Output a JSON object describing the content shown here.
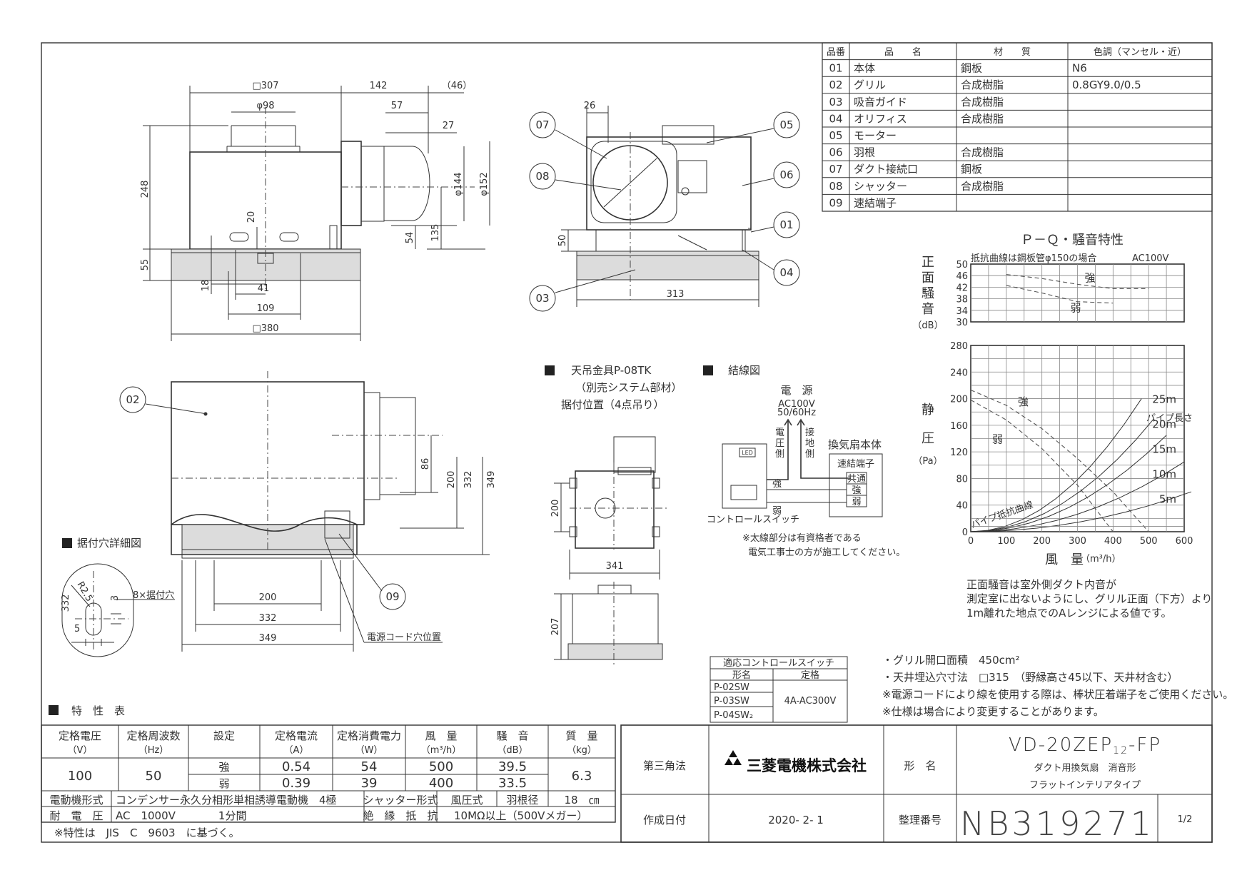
{
  "parts_table": {
    "headers": [
      "品番",
      "品　　名",
      "材　　質",
      "色調（マンセル・近）"
    ],
    "rows": [
      [
        "01",
        "本体",
        "鋼板",
        "N6"
      ],
      [
        "02",
        "グリル",
        "合成樹脂",
        "0.8GY9.0/0.5"
      ],
      [
        "03",
        "吸音ガイド",
        "合成樹脂",
        ""
      ],
      [
        "04",
        "オリフィス",
        "合成樹脂",
        ""
      ],
      [
        "05",
        "モーター",
        "",
        ""
      ],
      [
        "06",
        "羽根",
        "合成樹脂",
        ""
      ],
      [
        "07",
        "ダクト接続口",
        "鋼板",
        ""
      ],
      [
        "08",
        "シャッター",
        "合成樹脂",
        ""
      ],
      [
        "09",
        "速結端子",
        "",
        ""
      ]
    ]
  },
  "front_view": {
    "dims": {
      "w307": "□307",
      "d142": "142",
      "d46": "（46）",
      "phi98": "φ98",
      "d57": "57",
      "d27": "27",
      "h248": "248",
      "h20": "20",
      "phi144": "φ144",
      "phi152": "φ152",
      "h54": "54",
      "h135": "135",
      "h55": "55",
      "d18": "18",
      "d41": "41",
      "d109": "109",
      "w380": "□380"
    }
  },
  "side_view": {
    "dims": {
      "d26": "26",
      "h50": "50",
      "w313": "313"
    },
    "callouts": [
      "07",
      "08",
      "03",
      "05",
      "06",
      "01",
      "04"
    ]
  },
  "bottom_view": {
    "dims": {
      "h86": "86",
      "h200": "200",
      "h332": "332",
      "h349": "349",
      "w200": "200",
      "w332": "332",
      "w349": "349"
    },
    "callouts": [
      "02",
      "09"
    ],
    "power_cord_label": "電源コード穴位置"
  },
  "hole_detail": {
    "title": "据付穴詳細図",
    "dims": {
      "r": "R2.5",
      "v332": "332",
      "v3": "3",
      "h5": "5"
    },
    "hole_label": "8×据付穴"
  },
  "hanger": {
    "line1": "天吊金具P-08TK",
    "line2": "（別売システム部材）",
    "line3": "据付位置（4点吊り）",
    "dims": {
      "h200": "200",
      "w341": "341",
      "h207": "207"
    }
  },
  "wiring": {
    "title": "結線図",
    "power_label": "電　源",
    "power_spec1": "AC100V",
    "power_spec2": "50/60Hz",
    "voltage_side": [
      "電",
      "圧",
      "側"
    ],
    "ground_side": [
      "接",
      "地",
      "側"
    ],
    "fan_body": "換気扇本体",
    "terminal": "速結端子",
    "t_common": "共通",
    "t_strong": "強",
    "t_weak": "弱",
    "led": "LED",
    "switch_label": "コントロールスイッチ",
    "wire_strong": "強",
    "wire_weak": "弱",
    "note1": "※太線部分は有資格者である",
    "note2": "電気工事士の方が施工してください。"
  },
  "switch_table": {
    "title": "適応コントロールスイッチ",
    "col_model": "形名",
    "col_rating": "定格",
    "models": [
      "P-02SW",
      "P-03SW",
      "P-04SW₂"
    ],
    "rating": "4A-AC300V"
  },
  "chart_title": "Ｐ－Ｑ・騒音特性",
  "chart_data": [
    {
      "type": "line",
      "title": "Ｐ－Ｑ・騒音特性",
      "note_left": "抵抗曲線は鋼板管φ150の場合",
      "note_right": "AC100V",
      "ylabel": [
        "正",
        "面",
        "騒",
        "音"
      ],
      "yunit": "（dB）",
      "ylim": [
        30,
        50
      ],
      "yticks": [
        "50",
        "46",
        "42",
        "38",
        "34",
        "30"
      ],
      "xlim": [
        0,
        600
      ],
      "series": [
        {
          "name": "強",
          "x": [
            100,
            200,
            300,
            400,
            500
          ],
          "y": [
            46.4,
            45.0,
            43.0,
            41.5,
            41.5
          ]
        },
        {
          "name": "弱",
          "x": [
            100,
            200,
            300,
            400
          ],
          "y": [
            42.6,
            40.0,
            37.0,
            36.5
          ]
        }
      ]
    },
    {
      "type": "line",
      "ylabel": [
        "静",
        "圧"
      ],
      "yunit": "（Pa）",
      "xlabel": "風　量",
      "xunit": "（m³/h）",
      "xlim": [
        0,
        600
      ],
      "ylim": [
        0,
        280
      ],
      "xticks": [
        "0",
        "100",
        "200",
        "300",
        "400",
        "500",
        "600"
      ],
      "yticks": [
        "280",
        "240",
        "200",
        "160",
        "120",
        "80",
        "40",
        "0"
      ],
      "series": [
        {
          "name": "強",
          "x": [
            0,
            100,
            200,
            300,
            400,
            500
          ],
          "y": [
            213,
            190,
            155,
            110,
            60,
            0
          ]
        },
        {
          "name": "弱",
          "x": [
            0,
            100,
            200,
            300,
            400
          ],
          "y": [
            198,
            168,
            125,
            70,
            0
          ]
        }
      ],
      "pipe_curves": {
        "title": "パイプ長さ",
        "labels": [
          "25m",
          "20m",
          "15m",
          "10m",
          "5m"
        ],
        "q_at_top": [
          480,
          515,
          550,
          600,
          620
        ]
      },
      "resistance_label": "パイプ抵抗曲線"
    }
  ],
  "chart_note": [
    "正面騒音は室外側ダクト内音が",
    "測定室に出ないようにし、グリル正面（下方）より",
    "1m離れた地点でのAレンジによる値です。"
  ],
  "remarks": [
    "・グリル開口面積　450cm²",
    "・天井埋込穴寸法　□315　（野縁高さ45以下、天井材含む）",
    "※電源コードにより線を使用する際は、棒状圧着端子をご使用ください。",
    "※仕様は場合により変更することがあります。"
  ],
  "spec_title": "特　性　表",
  "spec_table": {
    "headers": [
      [
        "定格電圧",
        "（V）"
      ],
      [
        "定格周波数",
        "（Hz）"
      ],
      [
        "設定",
        ""
      ],
      [
        "定格電流",
        "（A）"
      ],
      [
        "定格消費電力",
        "（W）"
      ],
      [
        "風　量",
        "（m³/h）"
      ],
      [
        "騒　音",
        "（dB）"
      ],
      [
        "質　量",
        "（kg）"
      ]
    ],
    "voltage": "100",
    "frequency": "50",
    "mass": "6.3",
    "rows": [
      {
        "setting": "強",
        "current": "0.54",
        "power": "54",
        "airflow": "500",
        "noise": "39.5"
      },
      {
        "setting": "弱",
        "current": "0.39",
        "power": "39",
        "airflow": "400",
        "noise": "33.5"
      }
    ],
    "motor_label": "電動機形式",
    "motor_value": "コンデンサー永久分相形単相誘導電動機　4極",
    "shutter_label": "シャッター形式",
    "shutter_value": "風圧式",
    "blade_label": "羽根径",
    "blade_value": "18　㎝",
    "withstand_label": "耐　電　圧",
    "withstand_value": "AC　1000V　　　　1分間",
    "insul_label": "絶　縁　抵　抗",
    "insul_value": "10MΩ以上（500Vメガー）",
    "footnote": "※特性は　JIS　C　9603　に基づく。"
  },
  "title_block": {
    "projection": "第三角法",
    "company": "三菱電機株式会社",
    "model_label": "形　名",
    "model_no": "VD-20ZEP",
    "model_sub": "12",
    "model_suffix": "-FP",
    "desc1": "ダクト用換気扇　消音形",
    "desc2": "フラットインテリアタイプ",
    "date_label": "作成日付",
    "date": "2020- 2- 1",
    "doc_label": "整理番号",
    "doc_no": "NB319271",
    "page": "1/2"
  }
}
